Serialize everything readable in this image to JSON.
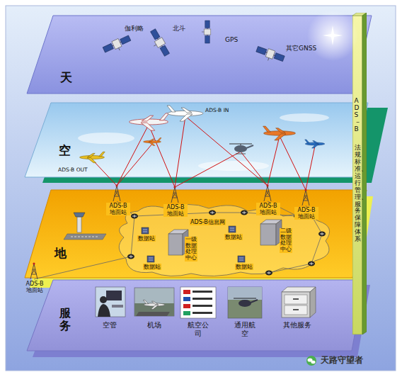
{
  "diagram": {
    "nodes": [
      {
        "text": [
          "天"
        ]
      },
      {
        "text": [
          "空"
        ]
      },
      {
        "text": [
          "地"
        ]
      },
      {
        "text": [
          "ADS-B 地面站"
        ],
        "in": 2
      },
      {
        "text": [
          "ADS-B 地面站"
        ],
        "in": 2
      },
      {
        "text": [
          "ADS-B 地面站"
        ],
        "in": 2
      },
      {
        "text": [
          "ADS-B 地面站"
        ],
        "in": 2
      },
      {
        "text": [
          "ADS-B 地面站"
        ],
        "in": 2
      },
      {
        "text": [
          "一级数据处理中心"
        ],
        "in": 2
      },
      {
        "text": [
          "二级数据处理中心"
        ],
        "in": 2
      },
      {
        "text": [
          "数据站"
        ],
        "in": 2
      },
      {
        "text": [
          "数据站"
        ],
        "in": 2
      },
      {
        "text": [
          "数据站"
        ],
        "in": 2
      },
      {
        "text": [
          "数据站"
        ],
        "in": 2
      },
      {
        "text": [
          "服务"
        ]
      },
      {
        "text": [
          "空管"
        ],
        "in": 14
      },
      {
        "text": [
          "机场"
        ],
        "in": 14
      },
      {
        "text": [
          "航空公司"
        ],
        "in": 14
      },
      {
        "text": [
          "通用航空"
        ],
        "in": 14
      },
      {
        "text": [
          "其他服务"
        ],
        "in": 14
      },
      {
        "text": [
          "ADS－B",
          "法规标准、运行管理、服务保障体系"
        ]
      }
    ],
    "labels": [
      "伽利略",
      "北斗",
      "GPS",
      "其它GNSS",
      "ADS-B IN",
      "ADS-B OUT",
      "ADS-B信息网",
      "天路守望者"
    ]
  }
}
